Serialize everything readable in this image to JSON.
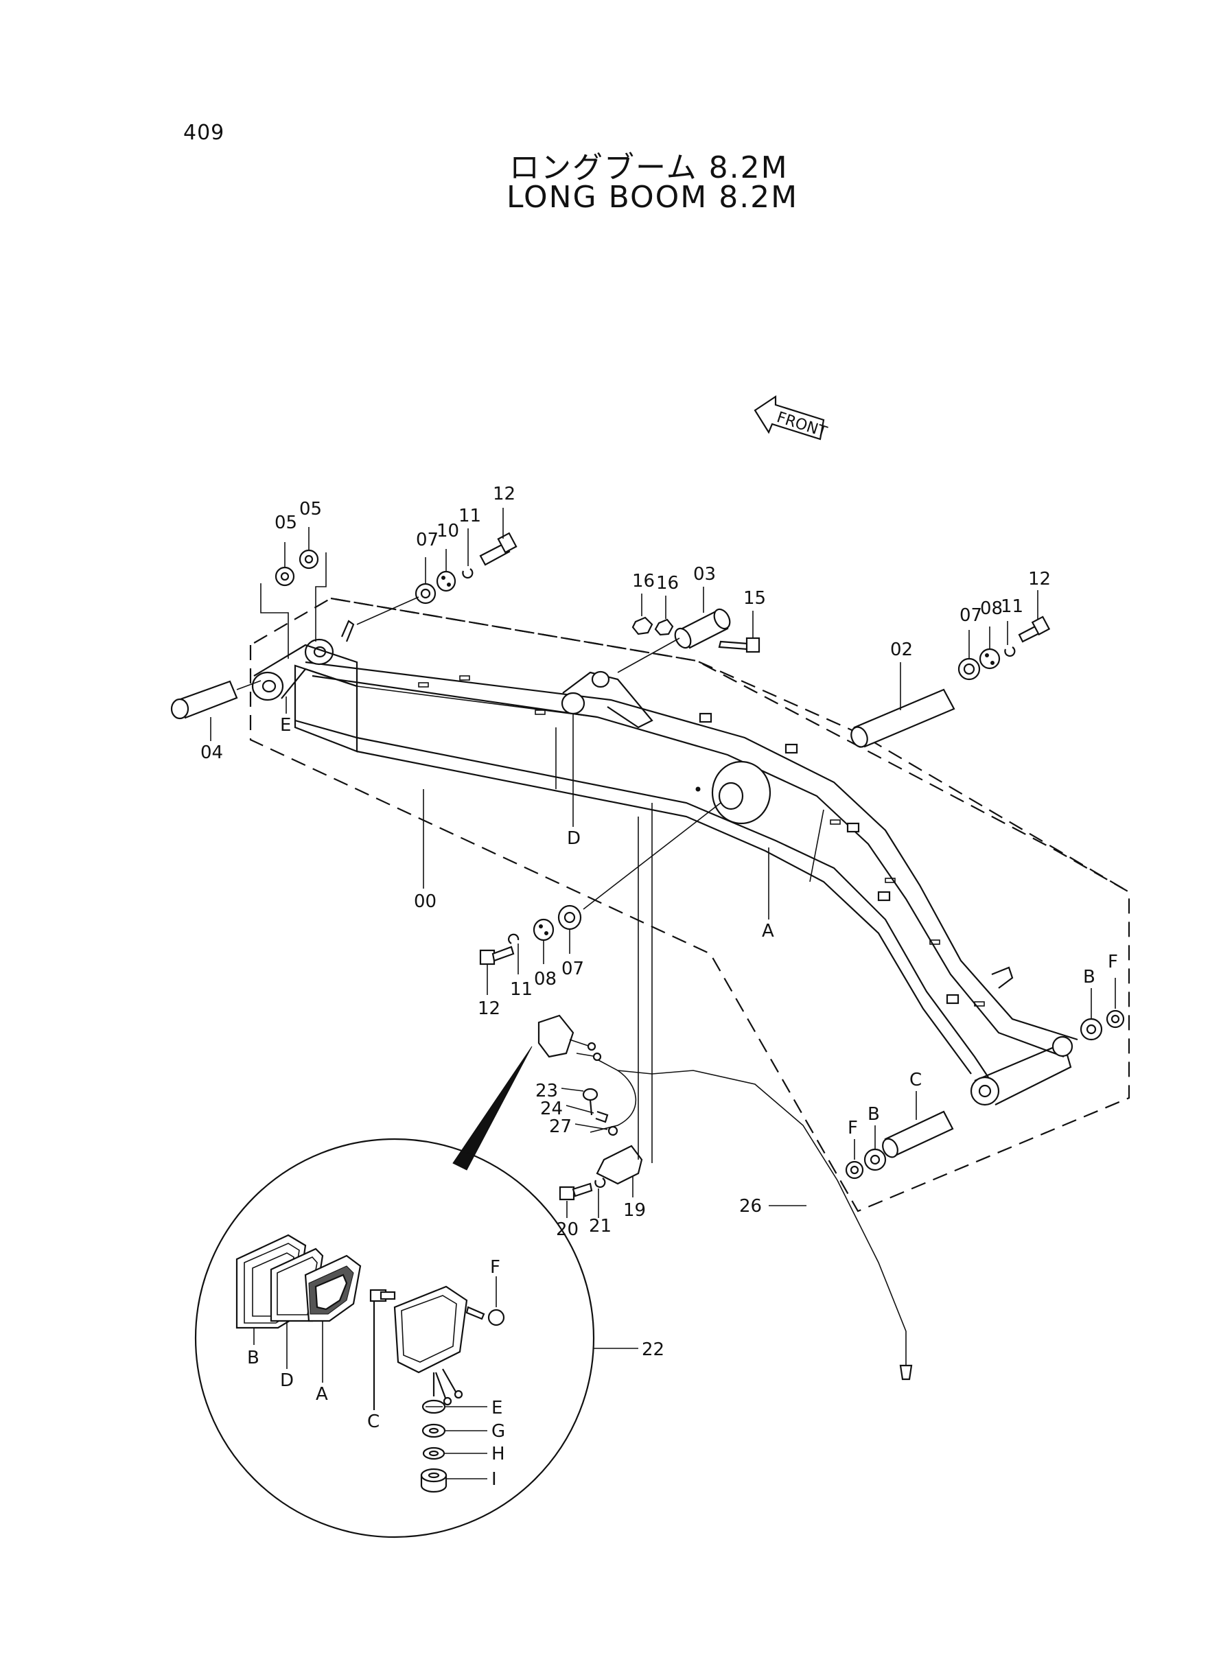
{
  "page_number": "409",
  "title": {
    "jp": "ロングブーム 8.2M",
    "en": "LONG BOOM 8.2M"
  },
  "front_label": "FRONT",
  "callouts": {
    "c00": "00",
    "c02": "02",
    "c03": "03",
    "c04": "04",
    "c05a": "05",
    "c05b": "05",
    "c07a": "07",
    "c07b": "07",
    "c07c": "07",
    "c08a": "08",
    "c08b": "08",
    "c10": "10",
    "c11a": "11",
    "c11b": "11",
    "c11c": "11",
    "c12a": "12",
    "c12b": "12",
    "c12c": "12",
    "c15": "15",
    "c16a": "16",
    "c16b": "16",
    "c19": "19",
    "c20": "20",
    "c21": "21",
    "c22": "22",
    "c23": "23",
    "c24": "24",
    "c26": "26",
    "c27": "27",
    "cA1": "A",
    "cB1": "B",
    "cC1": "C",
    "cD1": "D",
    "cE1": "E",
    "cF1": "F",
    "cB2": "B",
    "cF2": "F",
    "lamp_A": "A",
    "lamp_B": "B",
    "lamp_C": "C",
    "lamp_D": "D",
    "lamp_E": "E",
    "lamp_F": "F",
    "lamp_G": "G",
    "lamp_H": "H",
    "lamp_I": "I"
  }
}
